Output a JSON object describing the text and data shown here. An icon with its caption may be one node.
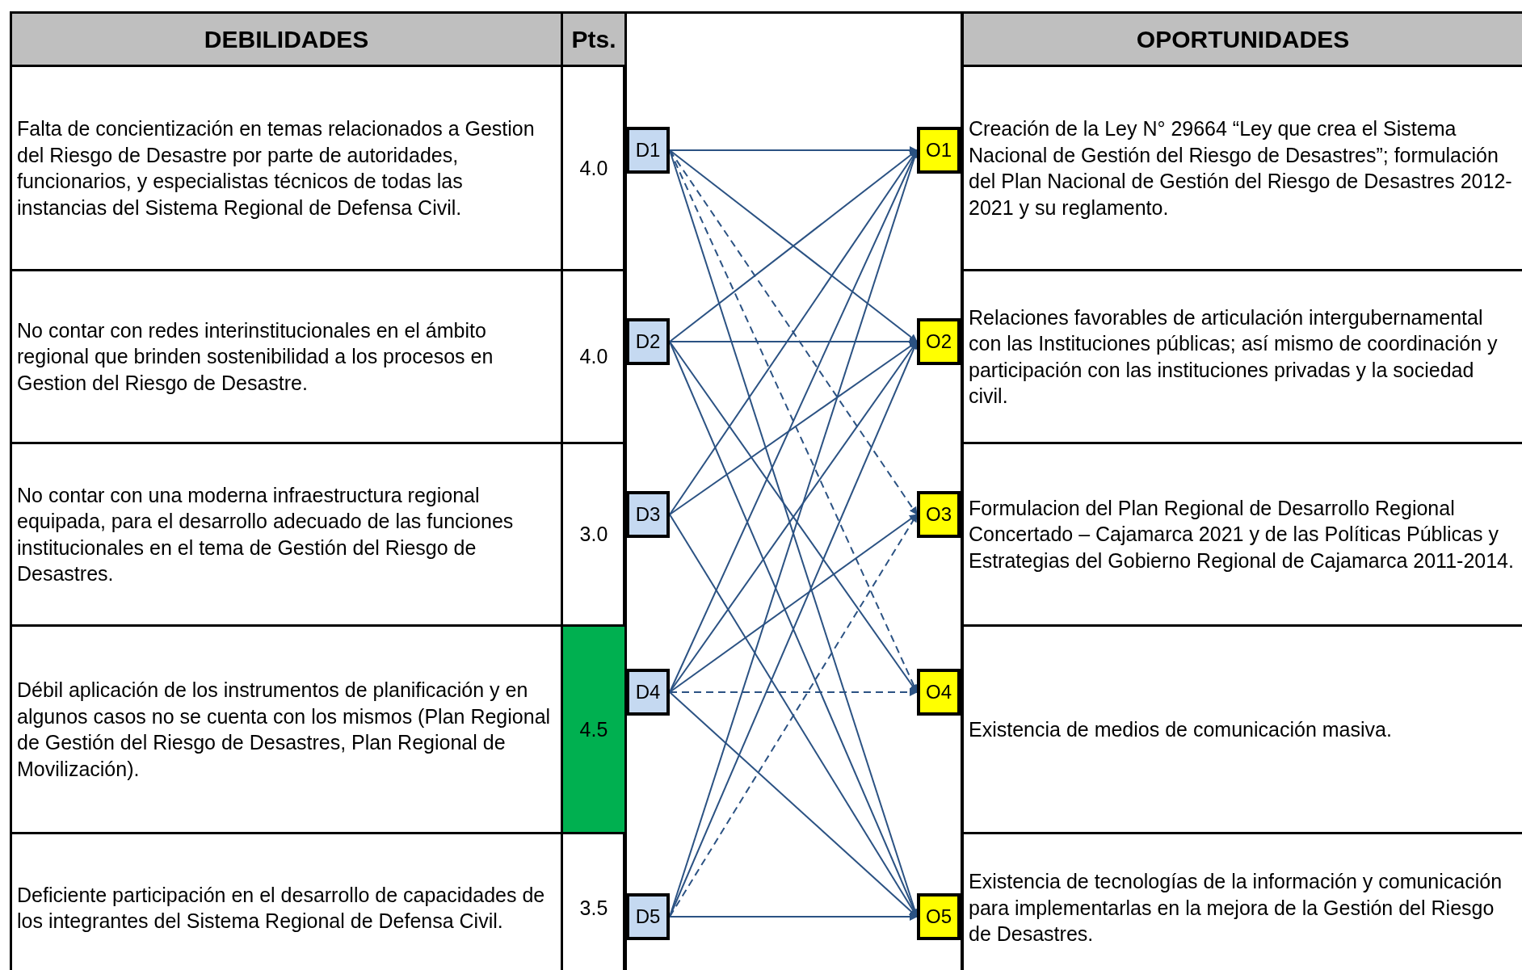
{
  "diagram": {
    "nodes": [
      {
        "text": [
          "D1"
        ]
      },
      {
        "text": [
          "D2"
        ]
      },
      {
        "text": [
          "D3"
        ]
      },
      {
        "text": [
          "D4"
        ]
      },
      {
        "text": [
          "D5"
        ]
      },
      {
        "text": [
          "O1"
        ]
      },
      {
        "text": [
          "O2"
        ]
      },
      {
        "text": [
          "O3"
        ]
      },
      {
        "text": [
          "O4"
        ]
      },
      {
        "text": [
          "O5"
        ]
      }
    ],
    "edges": [
      {
        "from": 0,
        "to": 5,
        "arrow": "to"
      },
      {
        "from": 0,
        "to": 6,
        "arrow": "to"
      },
      {
        "from": 0,
        "to": 7,
        "arrow": "to",
        "style": "dashed"
      },
      {
        "from": 0,
        "to": 8,
        "arrow": "to",
        "style": "dashed"
      },
      {
        "from": 0,
        "to": 9,
        "arrow": "to"
      },
      {
        "from": 1,
        "to": 5,
        "arrow": "to"
      },
      {
        "from": 1,
        "to": 6,
        "arrow": "to"
      },
      {
        "from": 1,
        "to": 8,
        "arrow": "to"
      },
      {
        "from": 1,
        "to": 9,
        "arrow": "to"
      },
      {
        "from": 2,
        "to": 5,
        "arrow": "to"
      },
      {
        "from": 2,
        "to": 6,
        "arrow": "to"
      },
      {
        "from": 2,
        "to": 9,
        "arrow": "to"
      },
      {
        "from": 3,
        "to": 5,
        "arrow": "to"
      },
      {
        "from": 3,
        "to": 6,
        "arrow": "to"
      },
      {
        "from": 3,
        "to": 7,
        "arrow": "to"
      },
      {
        "from": 3,
        "to": 8,
        "arrow": "to",
        "style": "dashed"
      },
      {
        "from": 3,
        "to": 9,
        "arrow": "to"
      },
      {
        "from": 4,
        "to": 5,
        "arrow": "to"
      },
      {
        "from": 4,
        "to": 6,
        "arrow": "to"
      },
      {
        "from": 4,
        "to": 7,
        "arrow": "to",
        "style": "dashed"
      },
      {
        "from": 4,
        "to": 9,
        "arrow": "to"
      }
    ],
    "labels": [
      "DEBILIDADES",
      "Pts.",
      "OPORTUNIDADES",
      "Falta de concientización en temas relacionados a Gestion del Riesgo de Desastre por parte de autoridades, funcionarios, y especialistas técnicos de todas las instancias del Sistema Regional de Defensa Civil.",
      "4.0",
      "Creación de la Ley N° 29664 “Ley que crea el Sistema Nacional de Gestión del Riesgo de Desastres”; formulación del Plan Nacional de Gestión del Riesgo de Desastres 2012-2021 y su reglamento.",
      "No contar con redes interinstitucionales en el ámbito regional que brinden sostenibilidad a los procesos en Gestion del Riesgo de Desastre.",
      "4.0",
      "Relaciones favorables de articulación intergubernamental con las Instituciones públicas; así mismo de coordinación y participación  con las instituciones privadas y la sociedad civil.",
      "No contar con una moderna infraestructura regional equipada, para el desarrollo adecuado de las funciones institucionales en el tema de Gestión del Riesgo de Desastres.",
      "3.0",
      "Formulacion del Plan Regional de Desarrollo Regional Concertado – Cajamarca 2021 y de las Políticas Públicas y Estrategias del Gobierno Regional de Cajamarca 2011-2014.",
      "Débil aplicación de los instrumentos de planificación y en algunos casos no se cuenta con los mismos (Plan Regional de Gestión del Riesgo de Desastres, Plan Regional de Movilización).",
      "4.5",
      "Existencia de medios de comunicación masiva.",
      "Deficiente participación en el desarrollo de capacidades de los integrantes del Sistema Regional de Defensa Civil.",
      "3.5",
      "Existencia de tecnologías de la información y comunicación para implementarlas en la mejora de la Gestión del Riesgo de Desastres."
    ]
  }
}
